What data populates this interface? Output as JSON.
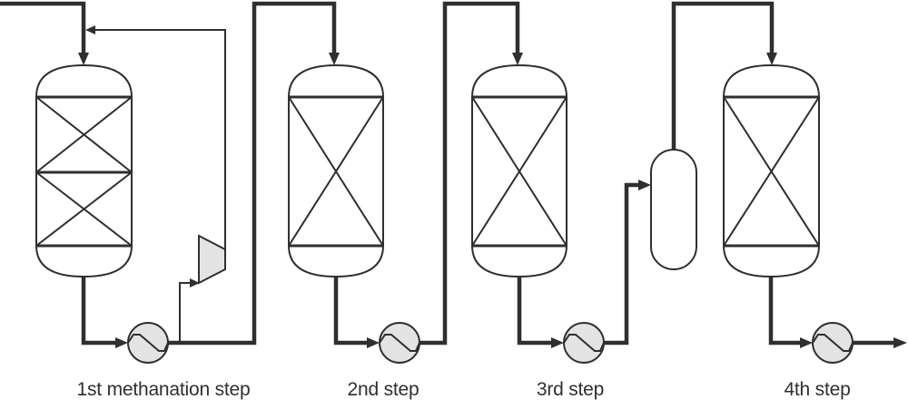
{
  "diagram": {
    "title": "Methanation process flow",
    "steps": [
      {
        "label": "1st methanation step",
        "catalyst_beds": 2
      },
      {
        "label": "2nd step",
        "catalyst_beds": 1
      },
      {
        "label": "3rd step",
        "catalyst_beds": 1
      },
      {
        "label": "4th step",
        "catalyst_beds": 1
      }
    ],
    "colors": {
      "line": "#2f2f2f",
      "equipment_fill": "#e3e3e3"
    }
  }
}
